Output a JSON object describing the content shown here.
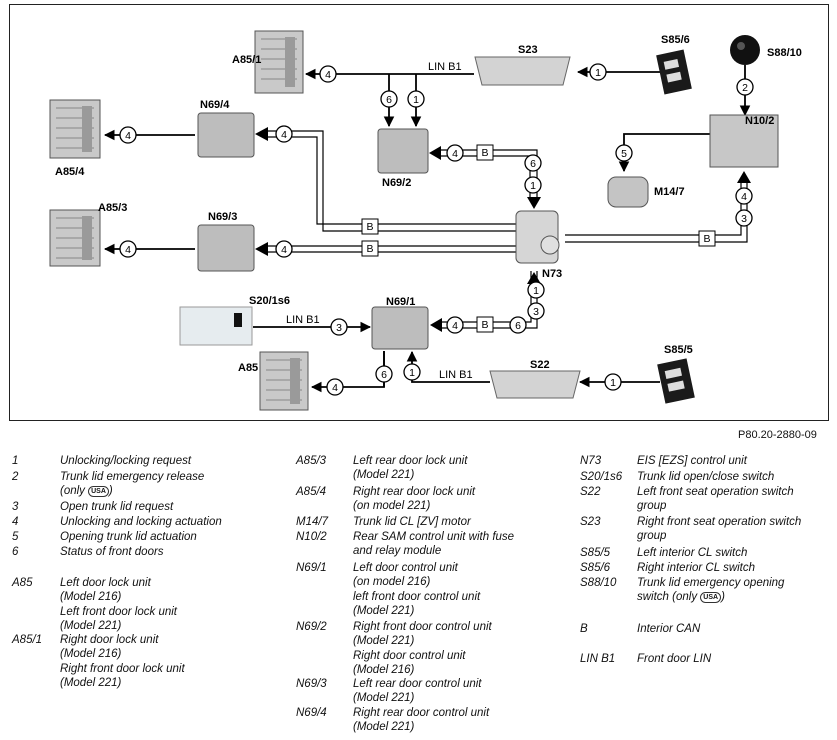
{
  "diagram": {
    "components": {
      "A85_1": "A85/1",
      "A85_4": "A85/4",
      "A85_3": "A85/3",
      "A85": "A85",
      "N69_4": "N69/4",
      "N69_3": "N69/3",
      "N69_2": "N69/2",
      "N69_1": "N69/1",
      "N73": "N73",
      "N10_2": "N10/2",
      "M14_7": "M14/7",
      "S23": "S23",
      "S22": "S22",
      "S85_6": "S85/6",
      "S85_5": "S85/5",
      "S88_10": "S88/10",
      "S20_1s6": "S20/1s6"
    },
    "bus_labels": {
      "lin_b1": "LIN B1",
      "can_b": "B"
    },
    "signal_numbers": [
      "1",
      "2",
      "3",
      "4",
      "5",
      "6"
    ]
  },
  "figure_ref": "P80.20-2880-09",
  "legend": {
    "col1": [
      {
        "code": "1",
        "lines": [
          "Unlocking/locking request"
        ]
      },
      {
        "code": "2",
        "lines": [
          "Trunk lid emergency release",
          "(only [USA])"
        ]
      },
      {
        "code": "3",
        "lines": [
          "Open trunk lid request"
        ]
      },
      {
        "code": "4",
        "lines": [
          "Unlocking and locking actuation"
        ]
      },
      {
        "code": "5",
        "lines": [
          "Opening trunk lid actuation"
        ]
      },
      {
        "code": "6",
        "lines": [
          "Status of front doors"
        ]
      },
      {
        "code": "A85",
        "lines": [
          "Left door lock unit",
          "(Model 216)",
          "Left front door lock unit",
          "(Model 221)"
        ]
      },
      {
        "code": "A85/1",
        "lines": [
          "Right door lock unit",
          "(Model 216)",
          "Right front door lock unit",
          "(Model 221)"
        ]
      }
    ],
    "col2": [
      {
        "code": "A85/3",
        "lines": [
          "Left rear door lock unit",
          "(Model 221)"
        ]
      },
      {
        "code": "A85/4",
        "lines": [
          "Right rear door lock unit",
          "(on model 221)"
        ]
      },
      {
        "code": "M14/7",
        "lines": [
          "Trunk lid CL [ZV] motor"
        ]
      },
      {
        "code": "N10/2",
        "lines": [
          "Rear SAM control unit with fuse",
          "and relay module"
        ]
      },
      {
        "code": "N69/1",
        "lines": [
          "Left door control unit",
          "(on model 216)",
          "left front door control unit",
          "(Model 221)"
        ]
      },
      {
        "code": "N69/2",
        "lines": [
          "Right front door control unit",
          "(Model 221)",
          "Right door control unit",
          "(Model 216)"
        ]
      },
      {
        "code": "N69/3",
        "lines": [
          "Left rear door control unit",
          "(Model 221)"
        ]
      },
      {
        "code": "N69/4",
        "lines": [
          "Right rear door control unit",
          "(Model 221)"
        ]
      }
    ],
    "col3": [
      {
        "code": "N73",
        "lines": [
          "EIS [EZS] control unit"
        ]
      },
      {
        "code": "S20/1s6",
        "lines": [
          "Trunk lid open/close switch"
        ]
      },
      {
        "code": "S22",
        "lines": [
          "Left front seat operation switch",
          "group"
        ]
      },
      {
        "code": "S23",
        "lines": [
          "Right front seat operation switch",
          "group"
        ]
      },
      {
        "code": "S85/5",
        "lines": [
          "Left interior CL switch"
        ]
      },
      {
        "code": "S85/6",
        "lines": [
          "Right interior CL switch"
        ]
      },
      {
        "code": "S88/10",
        "lines": [
          "Trunk lid emergency opening",
          "switch (only [USA])"
        ]
      },
      {
        "code": "B",
        "lines": [
          "Interior CAN"
        ]
      },
      {
        "code": "LIN B1",
        "lines": [
          "Front door LIN"
        ]
      }
    ]
  },
  "usa_badge": "USA"
}
